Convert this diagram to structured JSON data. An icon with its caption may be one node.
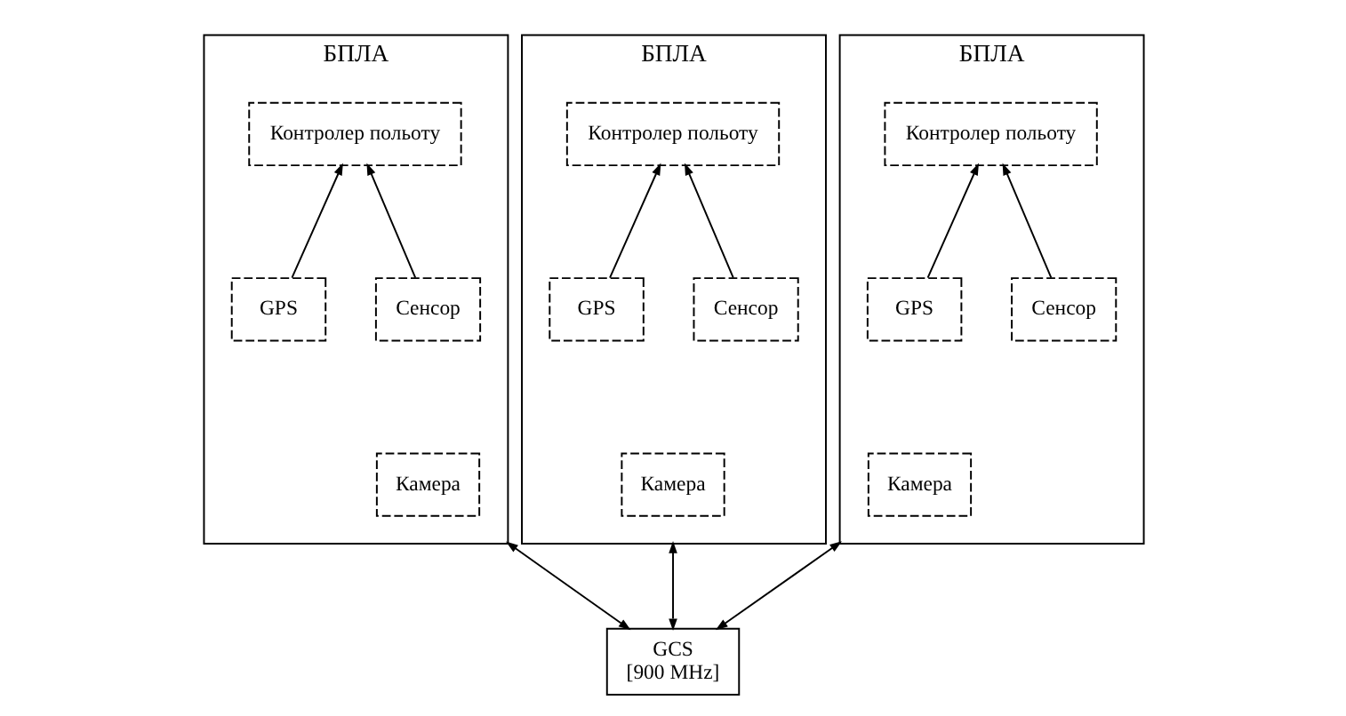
{
  "diagram": {
    "nodes": [
      {
        "text": [
          "БПЛА"
        ]
      },
      {
        "text": [
          "Контролер польоту"
        ],
        "in": 0
      },
      {
        "text": [
          "GPS"
        ],
        "in": 0
      },
      {
        "text": [
          "Сенсор"
        ],
        "in": 0
      },
      {
        "text": [
          "Камера"
        ],
        "in": 0
      },
      {
        "text": [
          "БПЛА"
        ]
      },
      {
        "text": [
          "Контролер польоту"
        ],
        "in": 5
      },
      {
        "text": [
          "GPS"
        ],
        "in": 5
      },
      {
        "text": [
          "Сенсор"
        ],
        "in": 5
      },
      {
        "text": [
          "Камера"
        ],
        "in": 5
      },
      {
        "text": [
          "БПЛА"
        ]
      },
      {
        "text": [
          "Контролер польоту"
        ],
        "in": 10
      },
      {
        "text": [
          "GPS"
        ],
        "in": 10
      },
      {
        "text": [
          "Сенсор"
        ],
        "in": 10
      },
      {
        "text": [
          "Камера"
        ],
        "in": 10
      },
      {
        "text": [
          "GCS",
          "[900 MHz]"
        ]
      }
    ],
    "edges": [
      {
        "from": 2,
        "to": 1,
        "arrow": "to"
      },
      {
        "from": 3,
        "to": 1,
        "arrow": "to"
      },
      {
        "from": 7,
        "to": 6,
        "arrow": "to"
      },
      {
        "from": 8,
        "to": 6,
        "arrow": "to"
      },
      {
        "from": 12,
        "to": 11,
        "arrow": "to"
      },
      {
        "from": 13,
        "to": 11,
        "arrow": "to"
      },
      {
        "from": 15,
        "to": 0,
        "arrow": "both"
      },
      {
        "from": 15,
        "to": 5,
        "arrow": "both"
      },
      {
        "from": 15,
        "to": 10,
        "arrow": "both"
      }
    ]
  }
}
